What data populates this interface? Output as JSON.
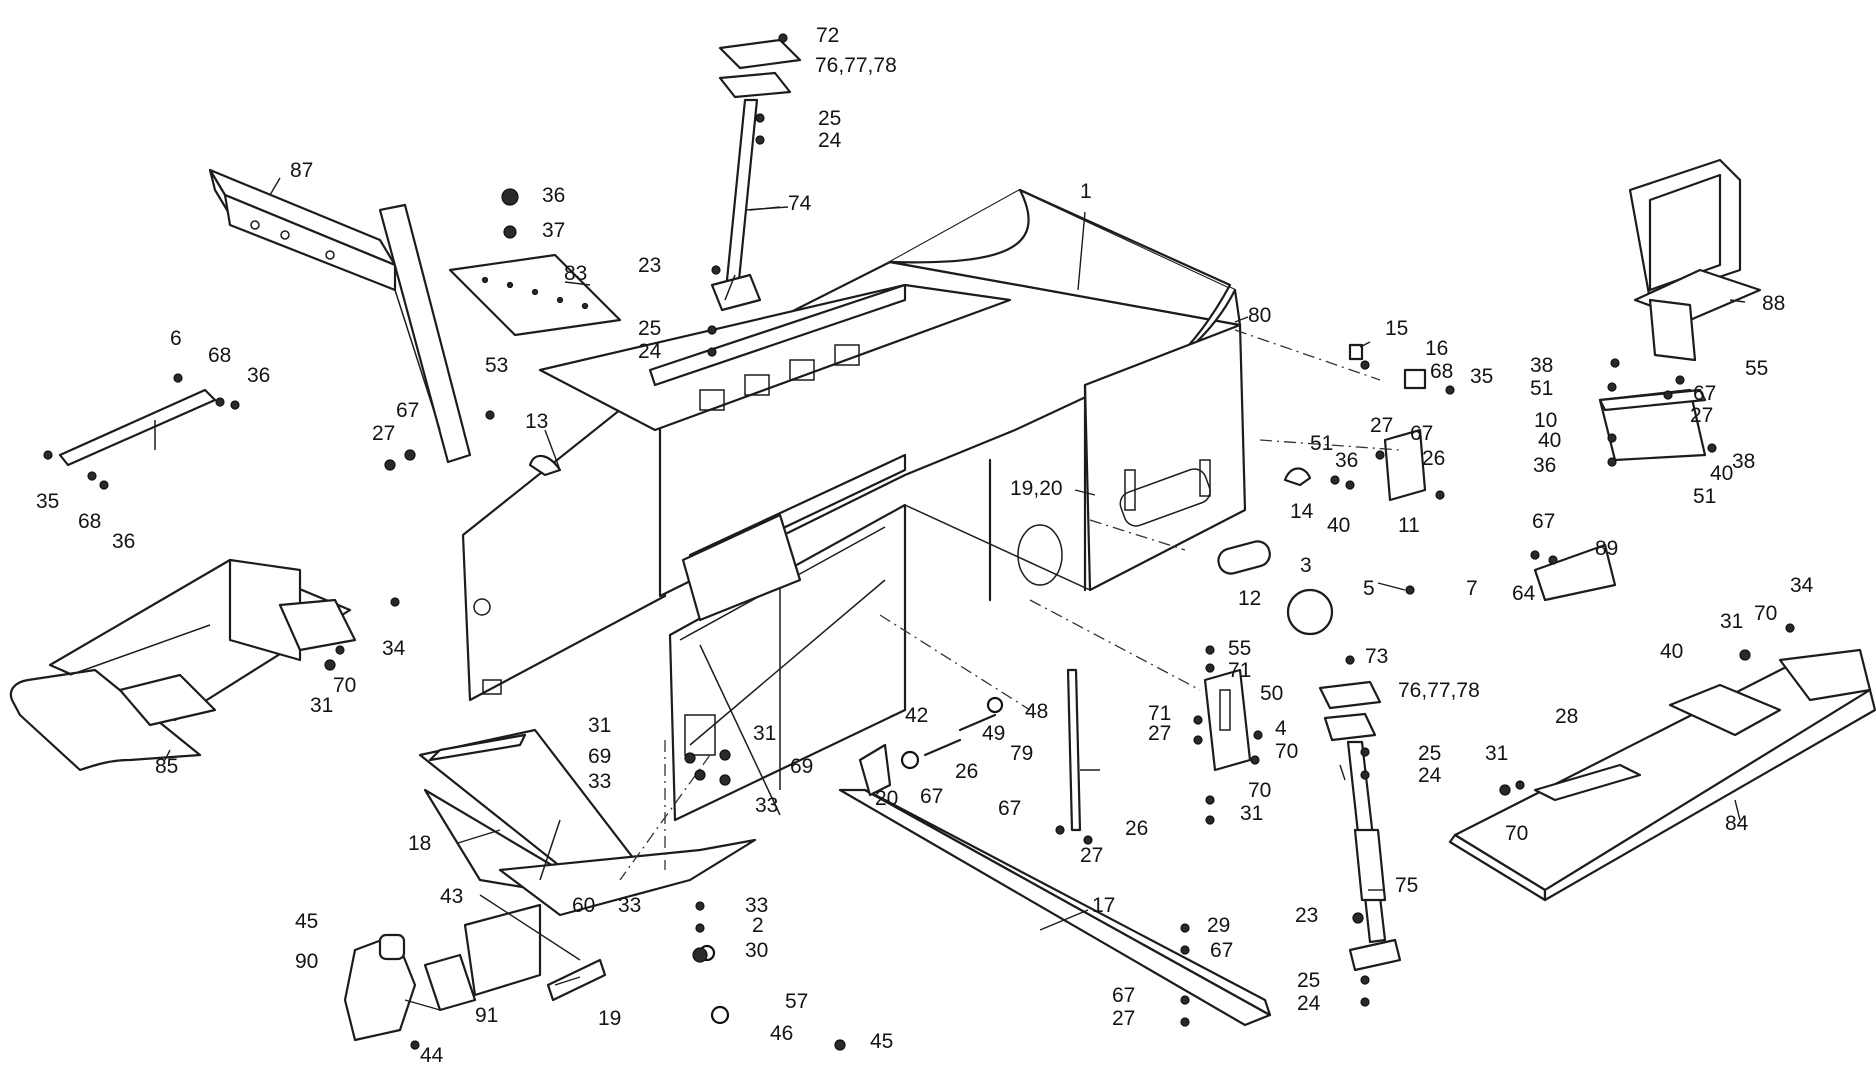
{
  "diagram": {
    "callouts": {
      "c1": "1",
      "c2": "2",
      "c3": "3",
      "c4": "4",
      "c5": "5",
      "c6": "6",
      "c7": "7",
      "c10": "10",
      "c11": "11",
      "c12": "12",
      "c13": "13",
      "c14": "14",
      "c15": "15",
      "c16": "16",
      "c17": "17",
      "c18": "18",
      "c19": "19",
      "c19_20": "19,20",
      "c20": "20",
      "c23a": "23",
      "c23b": "23",
      "c24a": "24",
      "c24b": "24",
      "c24c": "24",
      "c24d": "24",
      "c25a": "25",
      "c25b": "25",
      "c25c": "25",
      "c25d": "25",
      "c26a": "26",
      "c26b": "26",
      "c26c": "26",
      "c27a": "27",
      "c27b": "27",
      "c27c": "27",
      "c27d": "27",
      "c27e": "27",
      "c27f": "27",
      "c28": "28",
      "c29": "29",
      "c30": "30",
      "c31a": "31",
      "c31b": "31",
      "c31c": "31",
      "c31d": "31",
      "c31e": "31",
      "c31f": "31",
      "c33a": "33",
      "c33b": "33",
      "c33c": "33",
      "c33d": "33",
      "c34a": "34",
      "c34b": "34",
      "c35a": "35",
      "c35b": "35",
      "c36a": "36",
      "c36b": "36",
      "c36c": "36",
      "c36d": "36",
      "c36e": "36",
      "c37": "37",
      "c38a": "38",
      "c38b": "38",
      "c40a": "40",
      "c40b": "40",
      "c40c": "40",
      "c40d": "40",
      "c42": "42",
      "c43": "43",
      "c44": "44",
      "c45a": "45",
      "c45b": "45",
      "c46": "46",
      "c48": "48",
      "c49": "49",
      "c50": "50",
      "c51a": "51",
      "c51b": "51",
      "c51c": "51",
      "c53": "53",
      "c55a": "55",
      "c55b": "55",
      "c57": "57",
      "c60": "60",
      "c64": "64",
      "c67a": "67",
      "c67b": "67",
      "c67c": "67",
      "c67d": "67",
      "c67e": "67",
      "c67f": "67",
      "c67g": "67",
      "c67h": "67",
      "c68a": "68",
      "c68b": "68",
      "c68c": "68",
      "c69a": "69",
      "c69b": "69",
      "c70a": "70",
      "c70b": "70",
      "c70c": "70",
      "c70d": "70",
      "c70e": "70",
      "c71a": "71",
      "c71b": "71",
      "c72": "72",
      "c73": "73",
      "c74": "74",
      "c75": "75",
      "c76a": "76,77,78",
      "c76b": "76,77,78",
      "c79": "79",
      "c80": "80",
      "c83": "83",
      "c84": "84",
      "c85": "85",
      "c87": "87",
      "c88": "88",
      "c89": "89",
      "c90": "90",
      "c91": "91"
    }
  }
}
